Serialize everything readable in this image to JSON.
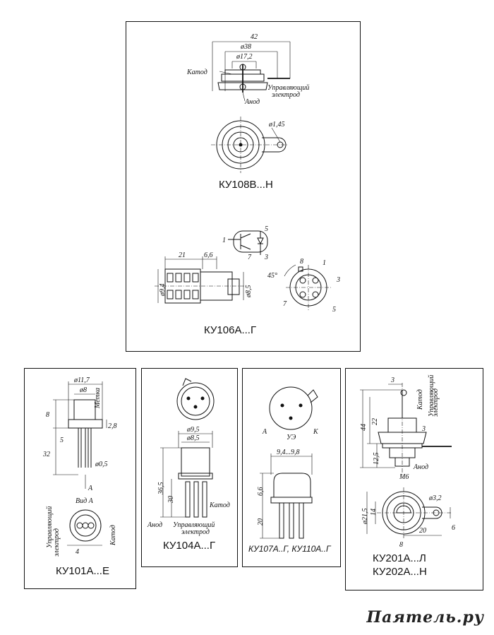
{
  "watermark": "Паяmель.ру",
  "top_panel": {
    "ku108": {
      "caption": "КУ108В...Н",
      "dims": [
        "42",
        "ø38",
        "ø17,2",
        "ø1,45"
      ],
      "labels": [
        "Катод",
        "Управляющий",
        "электрод",
        "Анод"
      ]
    },
    "ku106": {
      "caption": "КУ106А...Г",
      "dims": [
        "21",
        "6,6",
        "ø9,4",
        "ø8,5",
        "45°"
      ],
      "pins": [
        "1",
        "5",
        "7",
        "3",
        "8",
        "1",
        "3",
        "7",
        "5"
      ]
    }
  },
  "ku101": {
    "caption": "КУ101А...Е",
    "dims": [
      "ø11,7",
      "ø8",
      "8",
      "2,8",
      "5",
      "32",
      "ø0,5",
      "4"
    ],
    "labels": [
      "Метка",
      "А",
      "Вид А",
      "Управляющий",
      "электрод",
      "Катод"
    ]
  },
  "ku104": {
    "caption": "КУ104А...Г",
    "dims": [
      "ø9,5",
      "ø8,5",
      "36,5",
      "30"
    ],
    "labels": [
      "Катод",
      "Анод",
      "Управляющий",
      "электрод"
    ]
  },
  "ku107": {
    "caption": "КУ107А..Г, КУ110А..Г",
    "dims": [
      "9,4...9,8",
      "6,6",
      "20"
    ],
    "labels": [
      "А",
      "УЭ",
      "К"
    ]
  },
  "ku201": {
    "caption_1": "КУ201А...Л",
    "caption_2": "КУ202А...Н",
    "dims": [
      "3",
      "22",
      "44",
      "12,5",
      "3",
      "М6",
      "ø3,2",
      "ø21,5",
      "14",
      "20",
      "6",
      "8"
    ],
    "labels": [
      "Катод",
      "Управляющий",
      "электрод",
      "Анод"
    ]
  }
}
